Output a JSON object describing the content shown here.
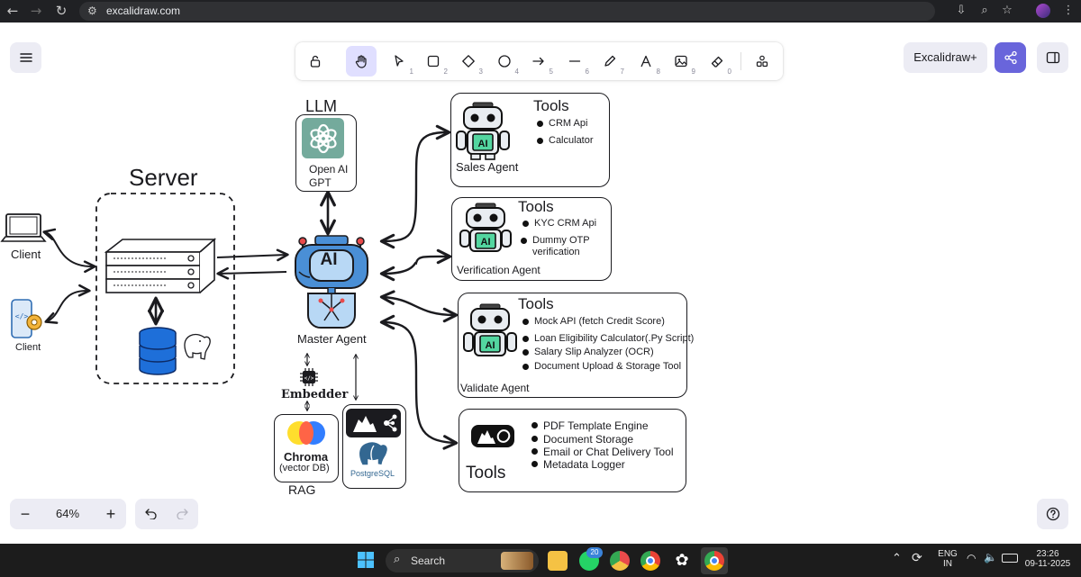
{
  "browser": {
    "url": "excalidraw.com",
    "icons": [
      "back-arrow-icon",
      "forward-arrow-icon",
      "reload-icon",
      "site-settings-icon",
      "install-app-icon",
      "zoom-icon",
      "bookmark-star-icon",
      "profile-avatar",
      "kebab-menu-icon"
    ]
  },
  "toolbar": {
    "tools": [
      {
        "name": "lock",
        "key": ""
      },
      {
        "name": "hand",
        "key": ""
      },
      {
        "name": "selection",
        "key": "1"
      },
      {
        "name": "rectangle",
        "key": "2"
      },
      {
        "name": "diamond",
        "key": "3"
      },
      {
        "name": "ellipse",
        "key": "4"
      },
      {
        "name": "arrow",
        "key": "5"
      },
      {
        "name": "line",
        "key": "6"
      },
      {
        "name": "draw",
        "key": "7"
      },
      {
        "name": "text",
        "key": "8"
      },
      {
        "name": "image",
        "key": "9"
      },
      {
        "name": "eraser",
        "key": "0"
      },
      {
        "name": "more-tools",
        "key": ""
      }
    ],
    "active_tool": "hand",
    "excalidraw_plus_label": "Excalidraw+"
  },
  "zoom": {
    "value": "64%",
    "minus": "−",
    "plus": "+"
  },
  "canvas": {
    "server_label": "Server",
    "client_label_1": "Client",
    "client_label_2": "Client",
    "llm_label": "LLM",
    "openai_line1": "Open AI",
    "openai_line2": "GPT",
    "master_agent_label": "Master Agent",
    "embedder_label": "Embedder",
    "chroma_label": "Chroma",
    "chroma_sub": "(vector DB)",
    "rag_label": "RAG",
    "postgres_label": "PostgreSQL",
    "ai_badge": "AI",
    "agents": [
      {
        "title": "Tools",
        "label": "Sales Agent",
        "items": [
          "CRM Api",
          "Calculator"
        ]
      },
      {
        "title": "Tools",
        "label": "Verification Agent",
        "items": [
          "KYC CRM Api",
          "Dummy OTP verification"
        ]
      },
      {
        "title": "Tools",
        "label": "Validate Agent",
        "items": [
          "Mock API (fetch Credit Score)",
          "Loan Eligibility Calculator(.Py Script)",
          "Salary Slip Analyzer (OCR)",
          "Document Upload & Storage Tool"
        ]
      },
      {
        "title": "Tools",
        "label": "",
        "items": [
          "PDF Template Engine",
          "Document Storage",
          "Email or Chat Delivery Tool",
          "Metadata Logger"
        ]
      }
    ]
  },
  "taskbar": {
    "search_placeholder": "Search",
    "whatsapp_badge": "20",
    "lang_line1": "ENG",
    "lang_line2": "IN",
    "time": "23:26",
    "date": "09-11-2025"
  },
  "colors": {
    "accent": "#6965db",
    "tool_active_bg": "#e0dfff",
    "panel_bg": "#ececf4",
    "robot_blue": "#4a8fd6",
    "db_blue": "#1565c0"
  }
}
